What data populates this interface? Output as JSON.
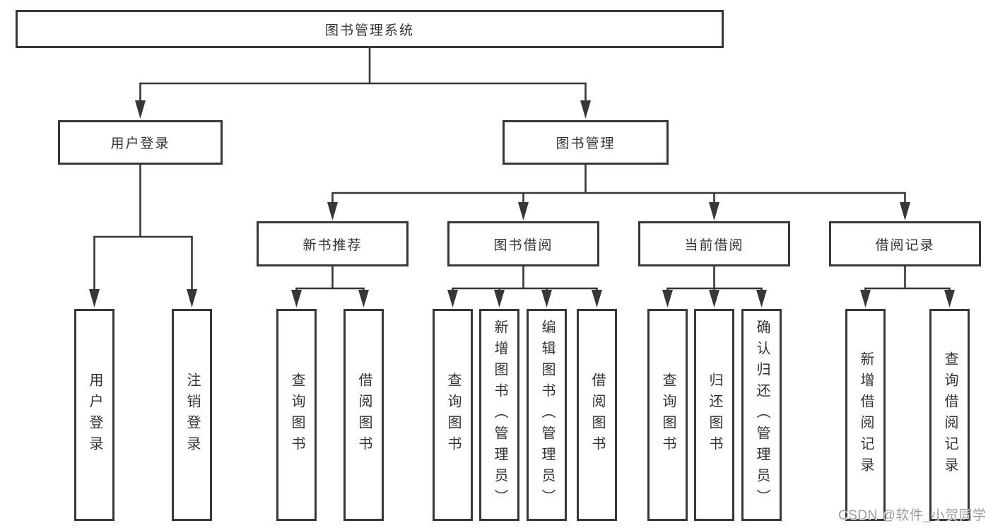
{
  "diagram_type": "hierarchy-tree",
  "tree": {
    "label": "图书管理系统",
    "children": [
      {
        "label": "用户登录",
        "children": [
          {
            "label": "用户登录"
          },
          {
            "label": "注销登录"
          }
        ]
      },
      {
        "label": "图书管理",
        "children": [
          {
            "label": "新书推荐",
            "children": [
              {
                "label": "查询图书"
              },
              {
                "label": "借阅图书"
              }
            ]
          },
          {
            "label": "图书借阅",
            "children": [
              {
                "label": "查询图书"
              },
              {
                "label": "新增图书（管理员）"
              },
              {
                "label": "编辑图书（管理员）"
              },
              {
                "label": "借阅图书"
              }
            ]
          },
          {
            "label": "当前借阅",
            "children": [
              {
                "label": "查询图书"
              },
              {
                "label": "归还图书"
              },
              {
                "label": "确认归还（管理员）"
              }
            ]
          },
          {
            "label": "借阅记录",
            "children": [
              {
                "label": "新增借阅记录"
              },
              {
                "label": "查询借阅记录"
              }
            ]
          }
        ]
      }
    ]
  },
  "watermark": "CSDN @软件_小贺同学",
  "colors": {
    "line": "#373737",
    "text": "#333333",
    "background": "#ffffff",
    "watermark": "#9d9d9d"
  }
}
